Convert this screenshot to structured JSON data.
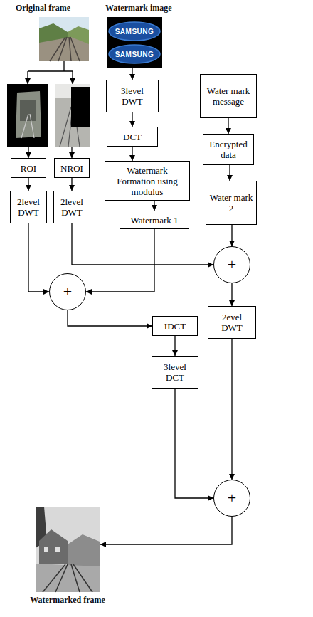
{
  "diagram": {
    "nodes": [
      {
        "text": [
          "3level DWT"
        ]
      },
      {
        "text": [
          "Water mark message"
        ]
      },
      {
        "text": [
          "DCT"
        ]
      },
      {
        "text": [
          "Encrypted data"
        ]
      },
      {
        "text": [
          "ROI"
        ]
      },
      {
        "text": [
          "NROI"
        ]
      },
      {
        "text": [
          "Watermark Formation using modulus"
        ]
      },
      {
        "text": [
          "Water mark 2"
        ]
      },
      {
        "text": [
          "2level DWT"
        ]
      },
      {
        "text": [
          "2level DWT"
        ]
      },
      {
        "text": [
          "Watermark 1"
        ]
      },
      {
        "text": [
          "+"
        ]
      },
      {
        "text": [
          "+"
        ]
      },
      {
        "text": [
          "IDCT"
        ]
      },
      {
        "text": [
          "2evel DWT"
        ]
      },
      {
        "text": [
          "3level DCT"
        ]
      },
      {
        "text": [
          "+"
        ]
      }
    ],
    "edges": [
      {
        "from": 0,
        "to": 2,
        "arrow": "to"
      },
      {
        "from": 2,
        "to": 6,
        "arrow": "to"
      },
      {
        "from": 6,
        "to": 10,
        "arrow": "to"
      },
      {
        "from": 1,
        "to": 3,
        "arrow": "to"
      },
      {
        "from": 3,
        "to": 7,
        "arrow": "to"
      },
      {
        "from": 4,
        "to": 8,
        "arrow": "to"
      },
      {
        "from": 5,
        "to": 9,
        "arrow": "to"
      },
      {
        "from": 8,
        "to": 12,
        "arrow": "to"
      },
      {
        "from": 10,
        "to": 12,
        "arrow": "to"
      },
      {
        "from": 9,
        "to": 11,
        "arrow": "to"
      },
      {
        "from": 7,
        "to": 11,
        "arrow": "to"
      },
      {
        "from": 12,
        "to": 13,
        "arrow": "to"
      },
      {
        "from": 13,
        "to": 15,
        "arrow": "to"
      },
      {
        "from": 11,
        "to": 14,
        "arrow": "to"
      },
      {
        "from": 15,
        "to": 16,
        "arrow": "to"
      },
      {
        "from": 14,
        "to": 16,
        "arrow": "to"
      }
    ],
    "labels": [
      "Original frame",
      "Watermark image",
      "SAMSUNG",
      "SAMSUNG",
      "Watermarked frame"
    ]
  }
}
